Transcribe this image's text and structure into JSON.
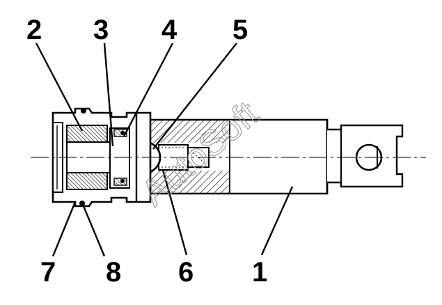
{
  "callouts": {
    "c1": "1",
    "c2": "2",
    "c3": "3",
    "c4": "4",
    "c5": "5",
    "c6": "6",
    "c7": "7",
    "c8": "8"
  },
  "watermark": "AutoSoft",
  "colors": {
    "ink": "#000000",
    "background": "#ffffff",
    "watermark": "#9a9a9a"
  }
}
